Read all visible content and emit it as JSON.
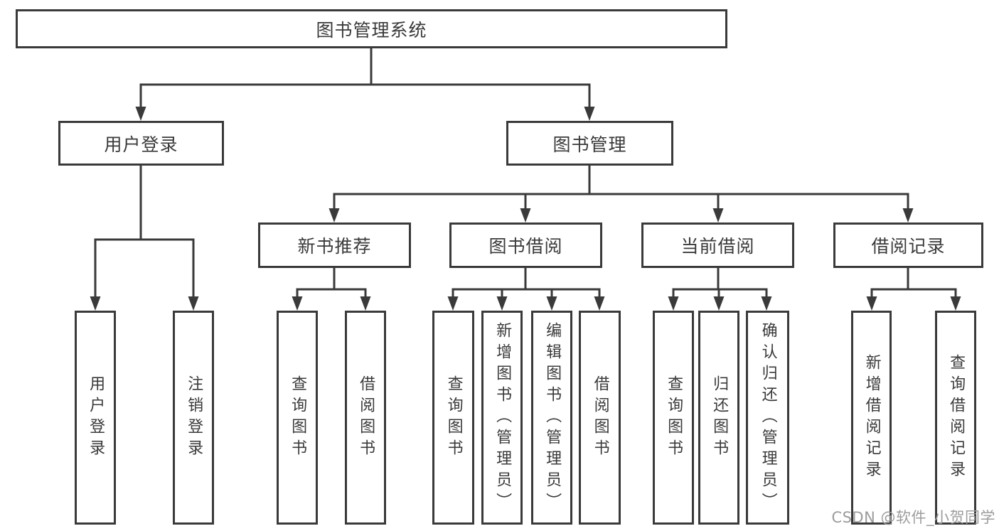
{
  "tree": {
    "root": {
      "label": "图书管理系统"
    },
    "branches": [
      {
        "label": "用户登录",
        "children": [
          {
            "label": "用户登录"
          },
          {
            "label": "注销登录"
          }
        ]
      },
      {
        "label": "图书管理",
        "children": [
          {
            "label": "新书推荐",
            "children": [
              {
                "label": "查询图书"
              },
              {
                "label": "借阅图书"
              }
            ]
          },
          {
            "label": "图书借阅",
            "children": [
              {
                "label": "查询图书"
              },
              {
                "label": "新增图书（管理员）"
              },
              {
                "label": "编辑图书（管理员）"
              },
              {
                "label": "借阅图书"
              }
            ]
          },
          {
            "label": "当前借阅",
            "children": [
              {
                "label": "查询图书"
              },
              {
                "label": "归还图书"
              },
              {
                "label": "确认归还（管理员）"
              }
            ]
          },
          {
            "label": "借阅记录",
            "children": [
              {
                "label": "新增借阅记录"
              },
              {
                "label": "查询借阅记录"
              }
            ]
          }
        ]
      }
    ]
  },
  "watermark": {
    "text": "CSDN @软件_小贺同学"
  },
  "colors": {
    "line": "#3a3a3a",
    "box_border": "#3a3a3a",
    "text": "#3a3a3a",
    "watermark": "#9c9c9c",
    "background": "#ffffff"
  }
}
